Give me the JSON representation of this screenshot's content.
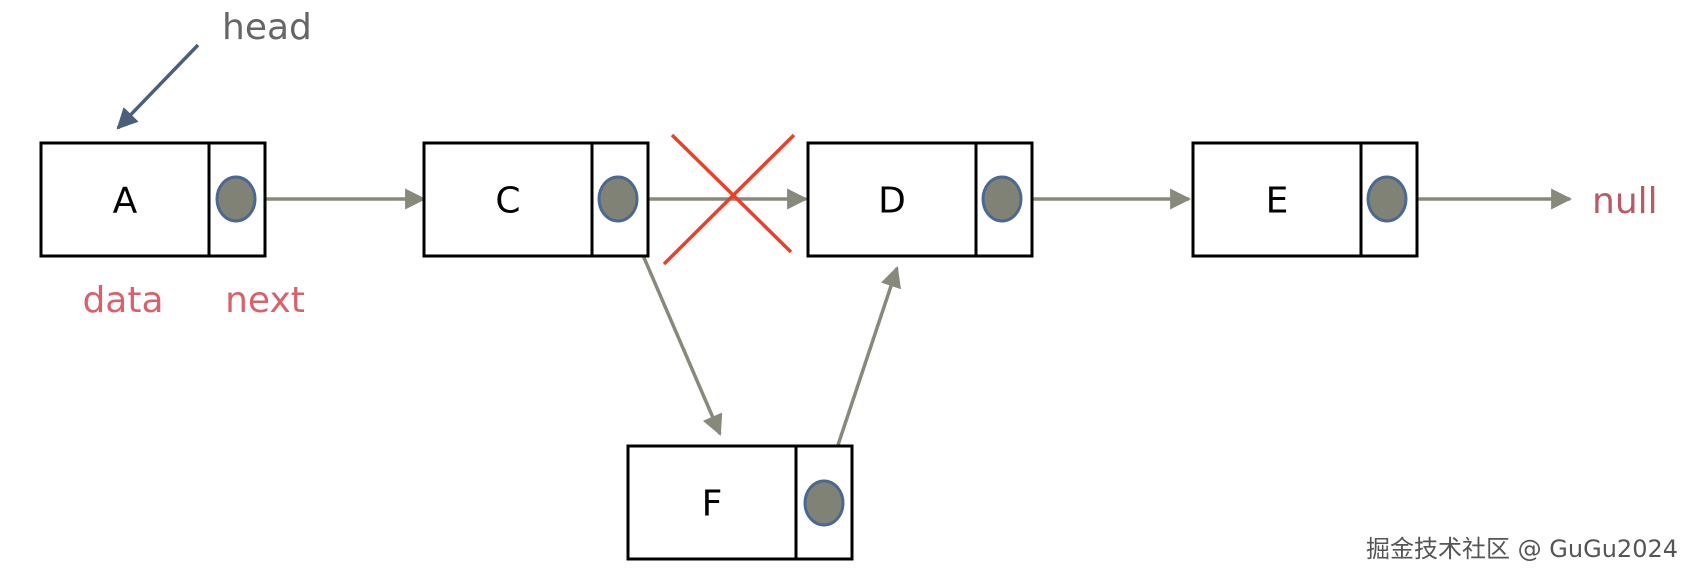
{
  "nodes": [
    {
      "id": "A",
      "label": "A"
    },
    {
      "id": "C",
      "label": "C"
    },
    {
      "id": "D",
      "label": "D"
    },
    {
      "id": "E",
      "label": "E"
    },
    {
      "id": "F",
      "label": "F"
    }
  ],
  "links": [
    {
      "from": "A",
      "to": "C",
      "removed": false
    },
    {
      "from": "C",
      "to": "D",
      "removed": true
    },
    {
      "from": "D",
      "to": "E",
      "removed": false
    },
    {
      "from": "C",
      "to": "F",
      "removed": false
    },
    {
      "from": "F",
      "to": "D",
      "removed": false
    },
    {
      "from": "E",
      "to": "null",
      "removed": false
    }
  ],
  "annotations": {
    "head": "head",
    "data": "data",
    "next": "next",
    "null": "null"
  },
  "watermark": "掘金技术社区 @ GuGu2024",
  "colors": {
    "head_text": "#666666",
    "head_arrow": "#4a6078",
    "field_text": "#d9626a",
    "link": "#878a7a",
    "pointer_fill": "#7f8274",
    "pointer_stroke": "#4a6891",
    "cross": "#e8412a"
  }
}
